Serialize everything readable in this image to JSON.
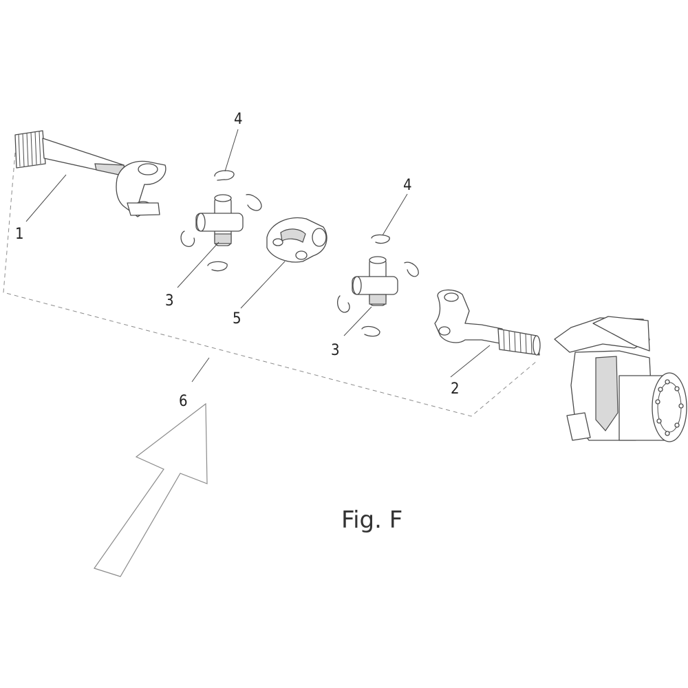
{
  "figure": {
    "title": "Fig. F",
    "callouts": {
      "axle_shaft": "1",
      "stub_shaft": "2",
      "cross_left": "3",
      "cross_right": "3",
      "ring_left": "4",
      "ring_right": "4",
      "center_yoke": "5",
      "assembly": "6"
    },
    "parts": [
      "axle-shaft",
      "stub-shaft",
      "universal-joint-cross",
      "snap-ring",
      "double-yoke",
      "steering-knuckle"
    ]
  }
}
